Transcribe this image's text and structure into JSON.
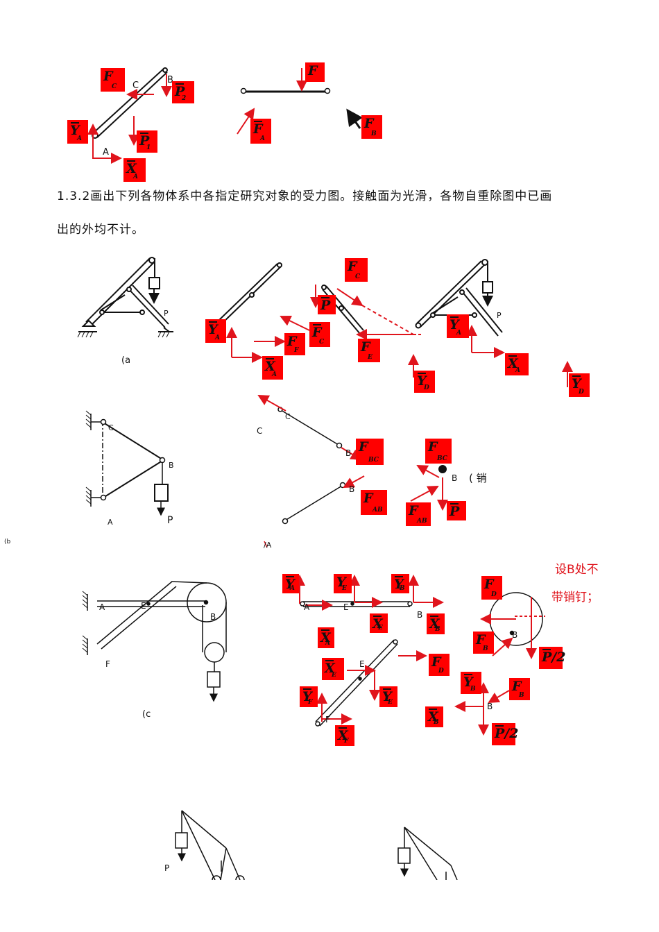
{
  "text": {
    "problem_line1": "1.3.2画出下列各物体系中各指定研究对象的受力图。接触面为光滑，各物自重除图中已画",
    "problem_line2": "出的外均不计。",
    "caption_a": "(a",
    "caption_c": "(c",
    "caption_b_fragment": "(b",
    "caption_slash_a": "/A",
    "pin_note": "(    销",
    "note_line1": "设B处不",
    "note_line2": "带销钉；"
  },
  "labels": {
    "A": "A",
    "B": "B",
    "C": "C",
    "E": "E",
    "F": "F",
    "P": "P"
  },
  "force_boxes": [
    {
      "id": "top-fc",
      "main": "F",
      "sub": "C",
      "bar": false
    },
    {
      "id": "top-p2",
      "main": "P",
      "sub": "2",
      "bar": true
    },
    {
      "id": "top-ya",
      "main": "Y",
      "sub": "A",
      "bar": true
    },
    {
      "id": "top-p1",
      "main": "P",
      "sub": "1",
      "bar": true
    },
    {
      "id": "top-xa",
      "main": "X",
      "sub": "A",
      "bar": true
    },
    {
      "id": "top-f",
      "main": "F",
      "sub": "",
      "bar": false
    },
    {
      "id": "top-fa",
      "main": "F",
      "sub": "A",
      "bar": true
    },
    {
      "id": "top-fb",
      "main": "F",
      "sub": "B",
      "bar": false
    },
    {
      "id": "a-ya",
      "main": "Y",
      "sub": "A",
      "bar": true
    },
    {
      "id": "a-ff",
      "main": "F",
      "sub": "F",
      "bar": false
    },
    {
      "id": "a-xa",
      "main": "X",
      "sub": "A",
      "bar": true
    },
    {
      "id": "a-p",
      "main": "P",
      "sub": "",
      "bar": true
    },
    {
      "id": "a-fc2",
      "main": "F",
      "sub": "C",
      "bar": false
    },
    {
      "id": "a-fc",
      "main": "F",
      "sub": "C",
      "bar": true
    },
    {
      "id": "a-fe",
      "main": "F",
      "sub": "E",
      "bar": false
    },
    {
      "id": "a-yd",
      "main": "Y",
      "sub": "D",
      "bar": true
    },
    {
      "id": "a-ya2",
      "main": "Y",
      "sub": "A",
      "bar": true
    },
    {
      "id": "a-xa2",
      "main": "X",
      "sub": "A",
      "bar": true
    },
    {
      "id": "a-yd2",
      "main": "Y",
      "sub": "D",
      "bar": true
    },
    {
      "id": "b-fbc",
      "main": "F",
      "sub": "BC",
      "bar": false
    },
    {
      "id": "b-fbc2",
      "main": "F",
      "sub": "BC",
      "bar": false
    },
    {
      "id": "b-fab",
      "main": "F",
      "sub": "AB",
      "bar": false
    },
    {
      "id": "b-fab2",
      "main": "F",
      "sub": "AB",
      "bar": false
    },
    {
      "id": "b-p",
      "main": "P",
      "sub": "",
      "bar": true
    },
    {
      "id": "c-ya",
      "main": "Y",
      "sub": "A",
      "bar": true
    },
    {
      "id": "c-ye",
      "main": "Y",
      "sub": "E",
      "bar": false
    },
    {
      "id": "c-yb",
      "main": "Y",
      "sub": "B",
      "bar": true
    },
    {
      "id": "c-fd",
      "main": "F",
      "sub": "D",
      "bar": false
    },
    {
      "id": "c-xe",
      "main": "X",
      "sub": "E",
      "bar": true
    },
    {
      "id": "c-xb",
      "main": "X",
      "sub": "B",
      "bar": true
    },
    {
      "id": "c-xa",
      "main": "X",
      "sub": "A",
      "bar": true
    },
    {
      "id": "c-fb",
      "main": "F",
      "sub": "B",
      "bar": false
    },
    {
      "id": "c-p2",
      "main": "P/2",
      "sub": "",
      "bar": true
    },
    {
      "id": "c-xe2",
      "main": "X",
      "sub": "E",
      "bar": true
    },
    {
      "id": "c-fd2",
      "main": "F",
      "sub": "D",
      "bar": false
    },
    {
      "id": "c-yb2",
      "main": "Y",
      "sub": "B",
      "bar": true
    },
    {
      "id": "c-fb2",
      "main": "F",
      "sub": "B",
      "bar": false
    },
    {
      "id": "c-yf",
      "main": "Y",
      "sub": "F",
      "bar": true
    },
    {
      "id": "c-ye2",
      "main": "Y",
      "sub": "E",
      "bar": true
    },
    {
      "id": "c-xb2",
      "main": "X",
      "sub": "B",
      "bar": true
    },
    {
      "id": "c-p22",
      "main": "P/2",
      "sub": "",
      "bar": true
    },
    {
      "id": "c-xf",
      "main": "X",
      "sub": "F",
      "bar": true
    }
  ]
}
